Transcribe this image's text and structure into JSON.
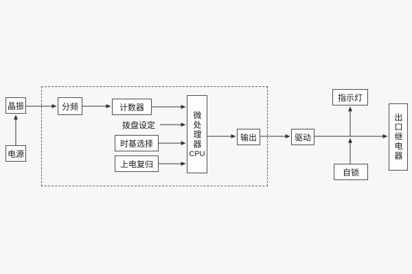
{
  "diagram": {
    "blocks": {
      "crystal": "晶振",
      "power": "电源",
      "divider": "分频",
      "counter": "计数器",
      "dial_setting": "拨盘设定",
      "timebase_select": "时基选择",
      "power_on_reset": "上电复归",
      "cpu_cn": "微处理器",
      "cpu_en": "CPU",
      "output": "输出",
      "drive": "驱动",
      "indicator_lamp": "指示灯",
      "self_lock": "自锁",
      "exit_relay": "出口继电器"
    },
    "colors": {
      "background": "#f7f7f5",
      "box_border": "#4a4a4a",
      "connector": "#333333",
      "text": "#1a1a1a"
    }
  }
}
